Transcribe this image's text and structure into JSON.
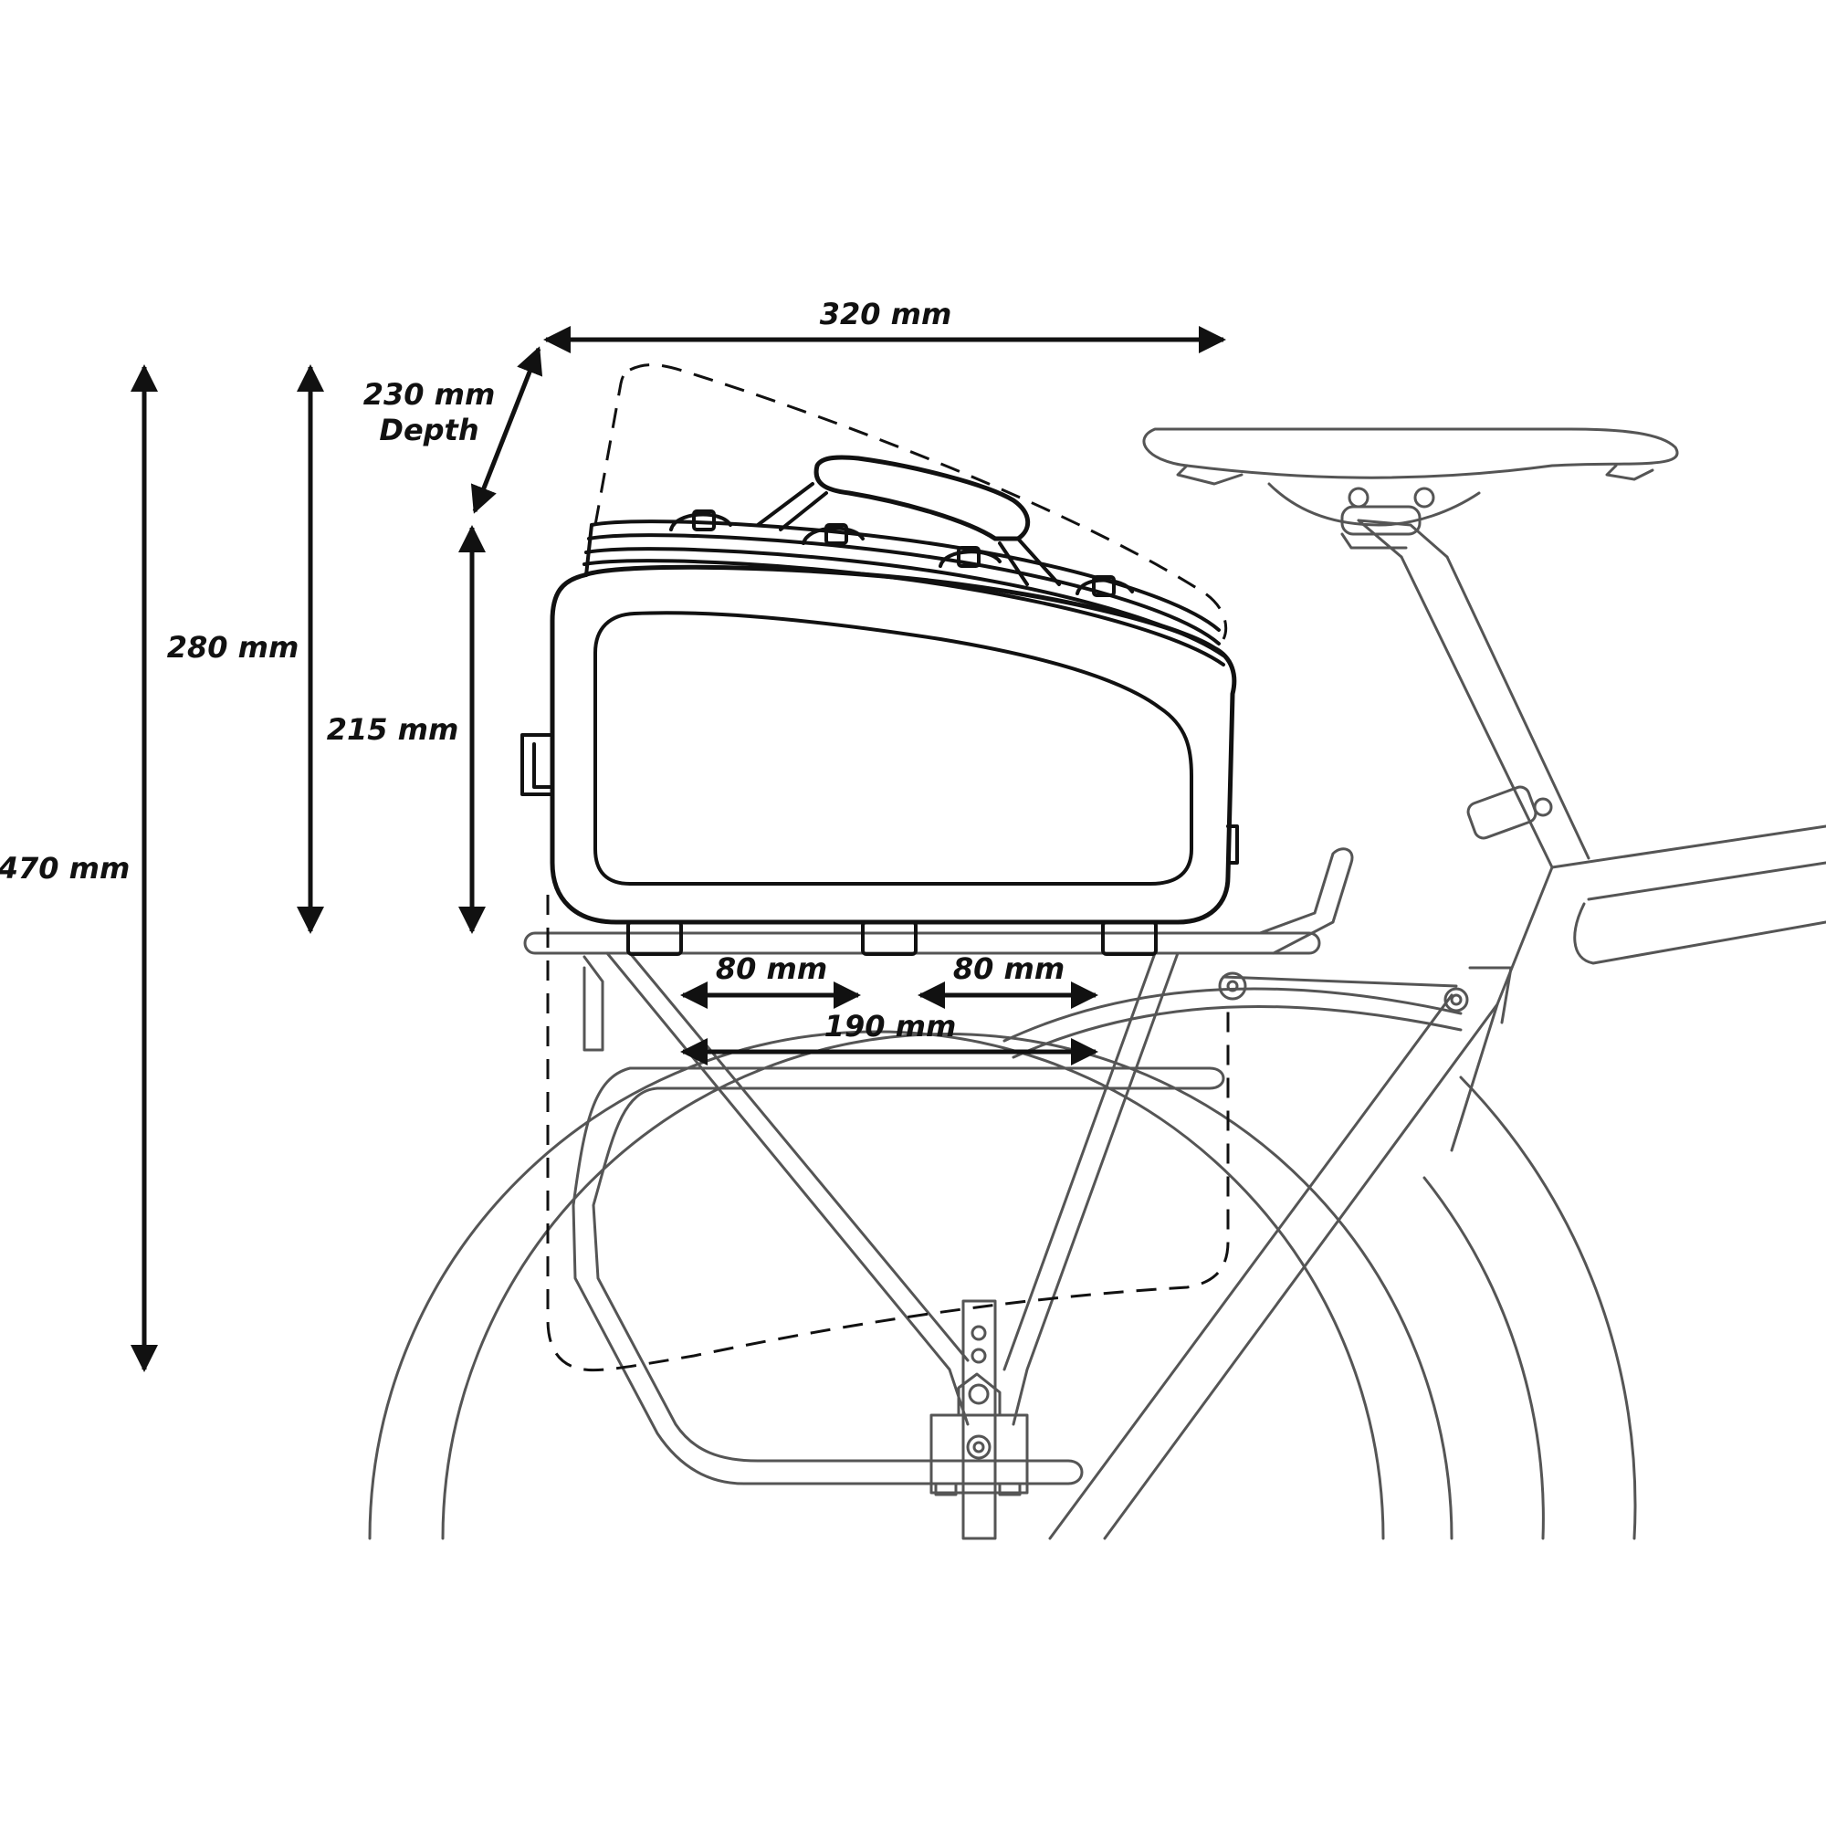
{
  "diagram": {
    "labels": {
      "width": "320 mm",
      "depth_value": "230 mm",
      "depth_word": "Depth",
      "height_expanded": "280 mm",
      "height_bag": "215 mm",
      "height_total": "470 mm",
      "rail_left": "80 mm",
      "rail_right": "80 mm",
      "base": "190 mm"
    },
    "colors": {
      "ink": "#111111",
      "bike_line": "#555555",
      "background": "#ffffff"
    }
  }
}
